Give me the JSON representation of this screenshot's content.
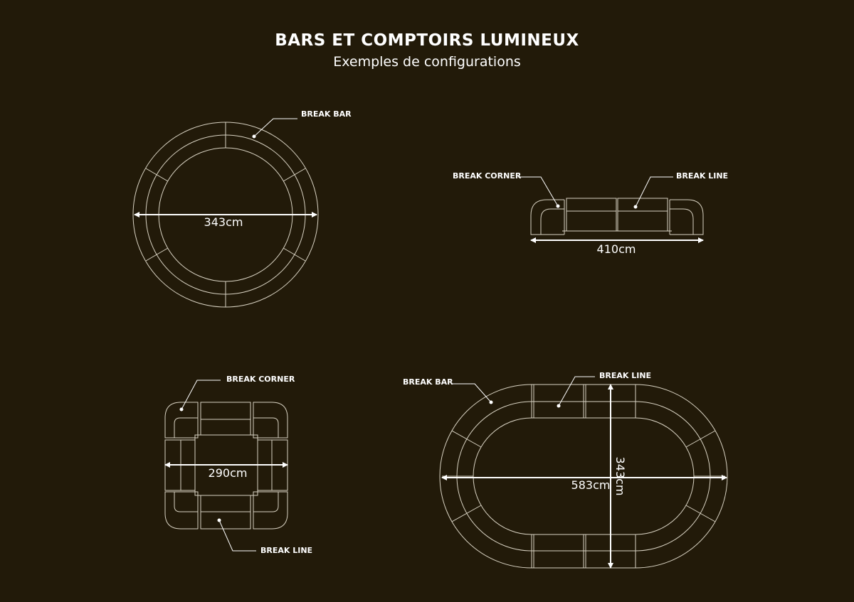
{
  "header": {
    "title": "BARS ET COMPTOIRS LUMINEUX",
    "subtitle": "Exemples de configurations"
  },
  "colors": {
    "background": "#221a09",
    "line": "#ffffff"
  },
  "configs": {
    "circle": {
      "label": "BREAK BAR",
      "dimension": "343cm"
    },
    "line": {
      "corner_label": "BREAK CORNER",
      "line_label": "BREAK LINE",
      "dimension": "410cm"
    },
    "square": {
      "corner_label": "BREAK CORNER",
      "line_label": "BREAK LINE",
      "dimension": "290cm"
    },
    "oval": {
      "bar_label": "BREAK BAR",
      "line_label": "BREAK LINE",
      "length": "583cm",
      "width": "343cm"
    }
  }
}
